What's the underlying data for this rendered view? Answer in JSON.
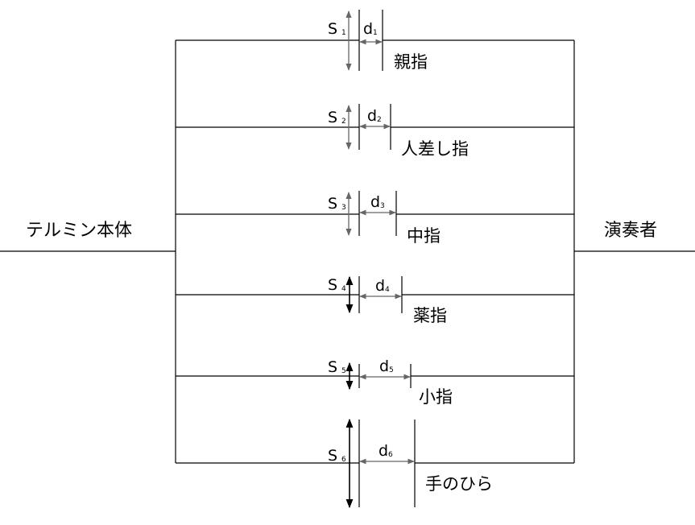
{
  "left_label": "テルミン本体",
  "right_label": "演奏者",
  "rows": [
    {
      "s_main": "S",
      "s_sub": "1",
      "d_main": "d",
      "d_sub": "1",
      "finger": "親指"
    },
    {
      "s_main": "S",
      "s_sub": "2",
      "d_main": "d",
      "d_sub": "2",
      "finger": "人差し指"
    },
    {
      "s_main": "S",
      "s_sub": "3",
      "d_main": "d",
      "d_sub": "3",
      "finger": "中指"
    },
    {
      "s_main": "S",
      "s_sub": "4",
      "d_main": "d",
      "d_sub": "4",
      "finger": "薬指"
    },
    {
      "s_main": "S",
      "s_sub": "5",
      "d_main": "d",
      "d_sub": "5",
      "finger": "小指"
    },
    {
      "s_main": "S",
      "s_sub": "6",
      "d_main": "d",
      "d_sub": "6",
      "finger": "手のひら"
    }
  ],
  "colors": {
    "line": "#000000",
    "arrow": "#666666",
    "arrow_dark": "#000000"
  }
}
